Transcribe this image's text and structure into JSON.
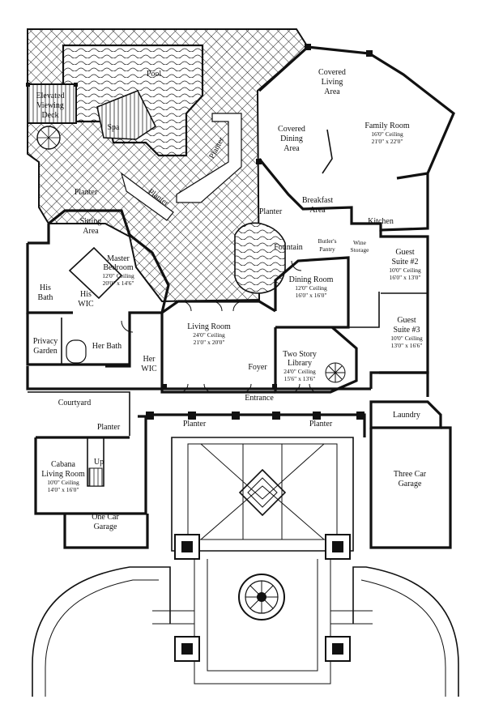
{
  "rooms": {
    "pool": "Pool",
    "spa": "Spa",
    "elevated_viewing_deck": [
      "Elevated",
      "Viewing",
      "Deck"
    ],
    "covered_living_area": [
      "Covered",
      "Living",
      "Area"
    ],
    "covered_dining_area": [
      "Covered",
      "Dining",
      "Area"
    ],
    "family_room": {
      "name": "Family Room",
      "ceiling": "16'0\" Ceiling",
      "size": "21'0\" x 22'0\""
    },
    "planter_pool": "Planter",
    "planter_top_left": "Planter",
    "planter_diag": "Planter",
    "planter_center": "Planter",
    "breakfast_area": [
      "Breakfast",
      "Area"
    ],
    "kitchen": "Kitchen",
    "sitting_area": [
      "Sitting",
      "Area"
    ],
    "fountain": "Fountain",
    "butlers_pantry": [
      "Butler's",
      "Pantry"
    ],
    "wine_storage": [
      "Wine",
      "Storage"
    ],
    "master_bedroom": {
      "name": [
        "Master",
        "Bedroom"
      ],
      "ceiling": "12'0\" Ceiling",
      "size": "20'0\" x 14'6\""
    },
    "guest_suite_2": {
      "name": [
        "Guest",
        "Suite #2"
      ],
      "ceiling": "10'0\" Ceiling",
      "size": "16'0\" x 13'0\""
    },
    "dining_room": {
      "name": "Dining Room",
      "ceiling": "12'0\" Ceiling",
      "size": "16'0\" x 16'0\""
    },
    "his_bath": [
      "His",
      "Bath"
    ],
    "his_wic": [
      "His",
      "WIC"
    ],
    "living_room": {
      "name": "Living Room",
      "ceiling": "24'0\" Ceiling",
      "size": "21'0\" x 20'0\""
    },
    "guest_suite_3": {
      "name": [
        "Guest",
        "Suite #3"
      ],
      "ceiling": "10'0\" Ceiling",
      "size": "13'0\" x 16'6\""
    },
    "privacy_garden": [
      "Privacy",
      "Garden"
    ],
    "her_bath": "Her Bath",
    "her_wic": [
      "Her",
      "WIC"
    ],
    "two_story_library": {
      "name": [
        "Two Story",
        "Library"
      ],
      "ceiling": "24'0\" Ceiling",
      "size": "15'6\" x 13'6\""
    },
    "foyer": "Foyer",
    "entrance": "Entrance",
    "courtyard": "Courtyard",
    "laundry": "Laundry",
    "planter_cabana": "Planter",
    "planter_front_left": "Planter",
    "planter_front_right": "Planter",
    "cabana_living_room": {
      "name": [
        "Cabana",
        "Living Room"
      ],
      "ceiling": "10'0\" Ceiling",
      "size": "14'0\" x 16'0\""
    },
    "up": "Up",
    "three_car_garage": [
      "Three Car",
      "Garage"
    ],
    "one_car_garage": [
      "One Car",
      "Garage"
    ]
  }
}
